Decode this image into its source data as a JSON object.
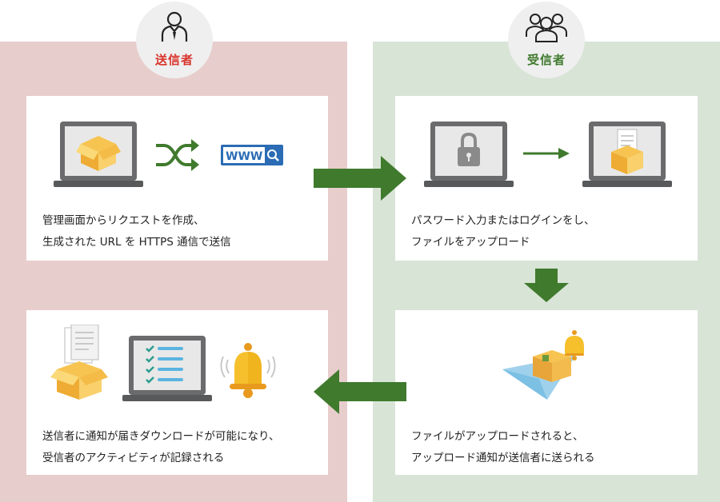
{
  "roles": {
    "sender": {
      "label": "送信者",
      "icon": "person-icon"
    },
    "receiver": {
      "label": "受信者",
      "icon": "group-icon"
    }
  },
  "steps": {
    "sender_request": {
      "line1": "管理画面からリクエストを作成、",
      "line2": "生成された URL を HTTPS 通信で送信",
      "icons": [
        "laptop-box-icon",
        "shuffle-icon",
        "www-search-icon"
      ]
    },
    "receiver_upload": {
      "line1": "パスワード入力またはログインをし、",
      "line2": "ファイルをアップロード",
      "icons": [
        "laptop-lock-icon",
        "arrow-right-icon",
        "laptop-box-document-icon"
      ]
    },
    "receiver_notify": {
      "line1": "ファイルがアップロードされると、",
      "line2": "アップロード通知が送信者に送られる",
      "icons": [
        "paper-plane-box-bell-icon"
      ]
    },
    "sender_download": {
      "line1": "送信者に通知が届きダウンロードが可能になり、",
      "line2": "受信者のアクティビティが記録される",
      "icons": [
        "box-document-icon",
        "laptop-checklist-icon",
        "bell-icon"
      ]
    }
  },
  "www_text": "WWW",
  "colors": {
    "sender_panel": "#e8cdcd",
    "receiver_panel": "#d8e4d6",
    "sender_accent": "#d9342b",
    "receiver_accent": "#3f7a2d",
    "flow_arrow": "#3f7a2d"
  }
}
